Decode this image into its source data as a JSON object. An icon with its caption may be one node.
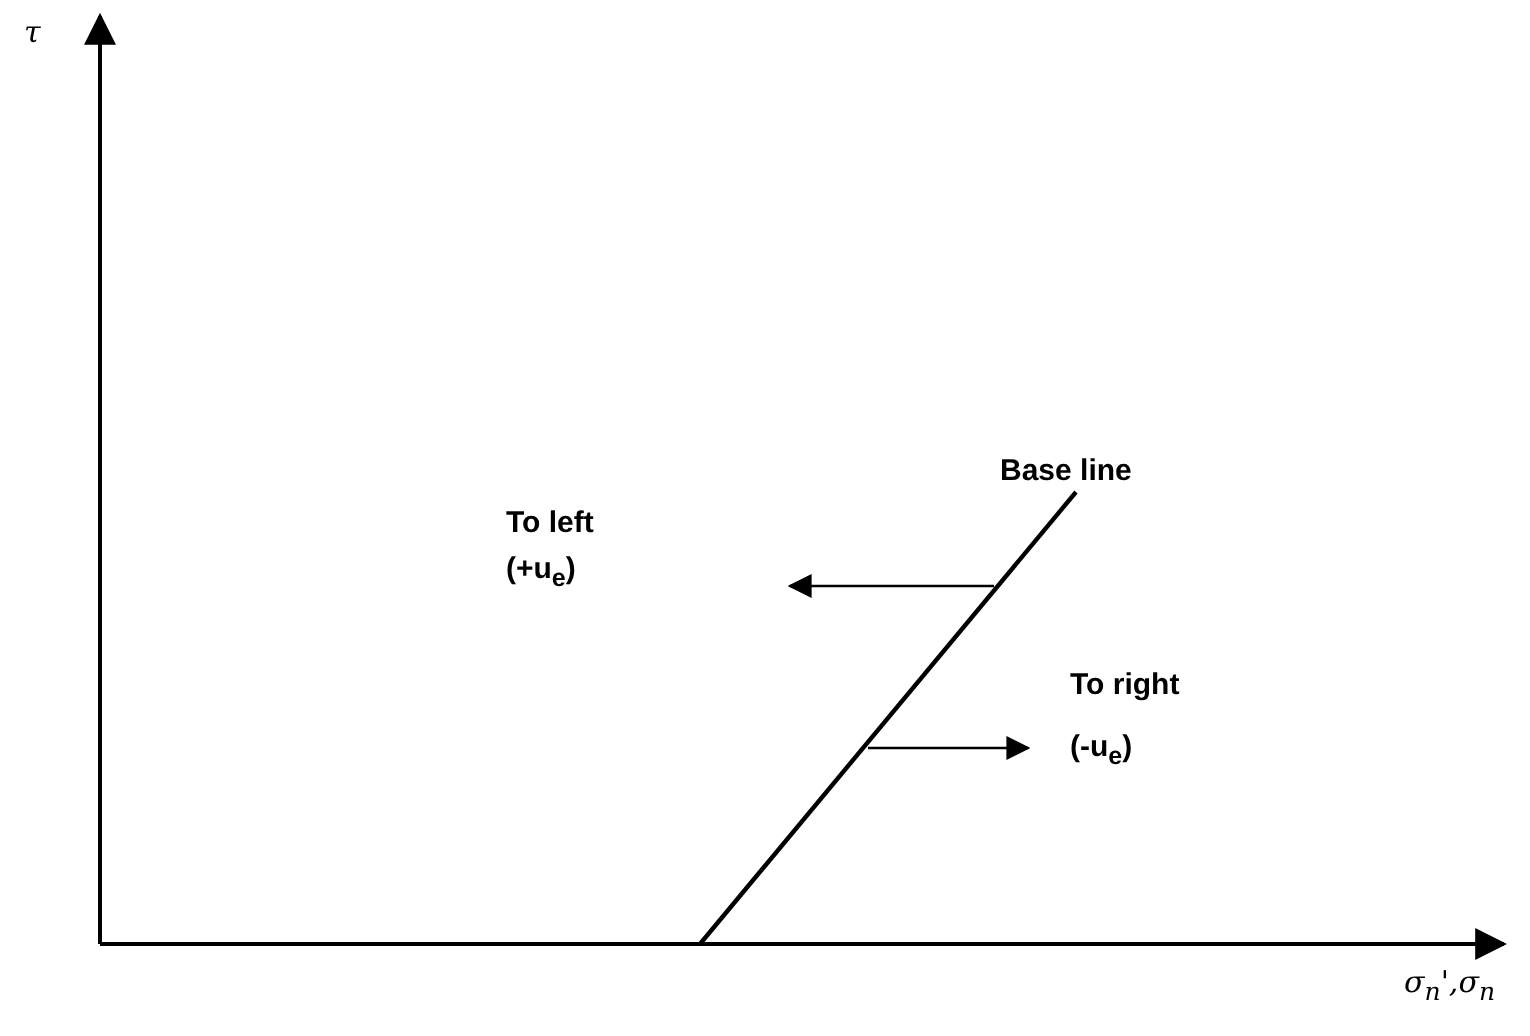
{
  "diagram": {
    "labels": [
      "τ",
      "Base line",
      "To left",
      "(+u$_{e}$)",
      "To right",
      "(-u$_{e}$)",
      "σ$_{n}$',σ$_{n}$"
    ]
  }
}
